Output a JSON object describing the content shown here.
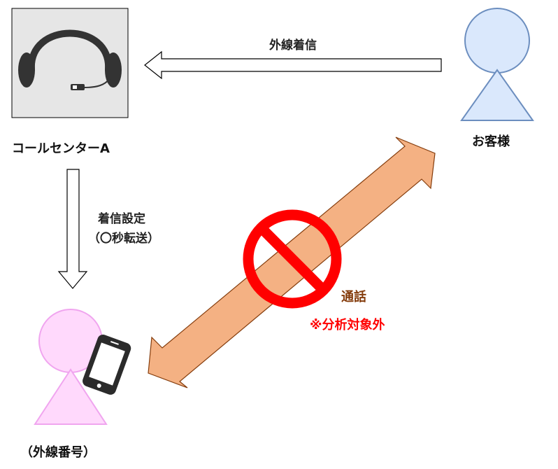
{
  "nodes": {
    "call_center": {
      "label": "コールセンターA",
      "icon": "headset-icon"
    },
    "customer": {
      "label": "お客様",
      "icon": "person-icon"
    },
    "external_number": {
      "label": "（外線番号）",
      "icon": "person-with-phone-icon"
    }
  },
  "edges": {
    "incoming": {
      "label": "外線着信"
    },
    "forward": {
      "line1": "着信設定",
      "line2": "（〇秒転送）"
    },
    "call": {
      "label": "通話",
      "note": "※分析対象外"
    }
  },
  "colors": {
    "call_arrow_fill": "#f4b183",
    "call_arrow_stroke": "#843c0c",
    "call_label": "#843c0c",
    "prohibit": "#ff0000",
    "customer_fill": "#dae8fc",
    "customer_stroke": "#6c8ebf",
    "external_fill": "#ffd9fc",
    "external_stroke": "#f0a5ef",
    "headset_box": "#e6e6e6"
  }
}
